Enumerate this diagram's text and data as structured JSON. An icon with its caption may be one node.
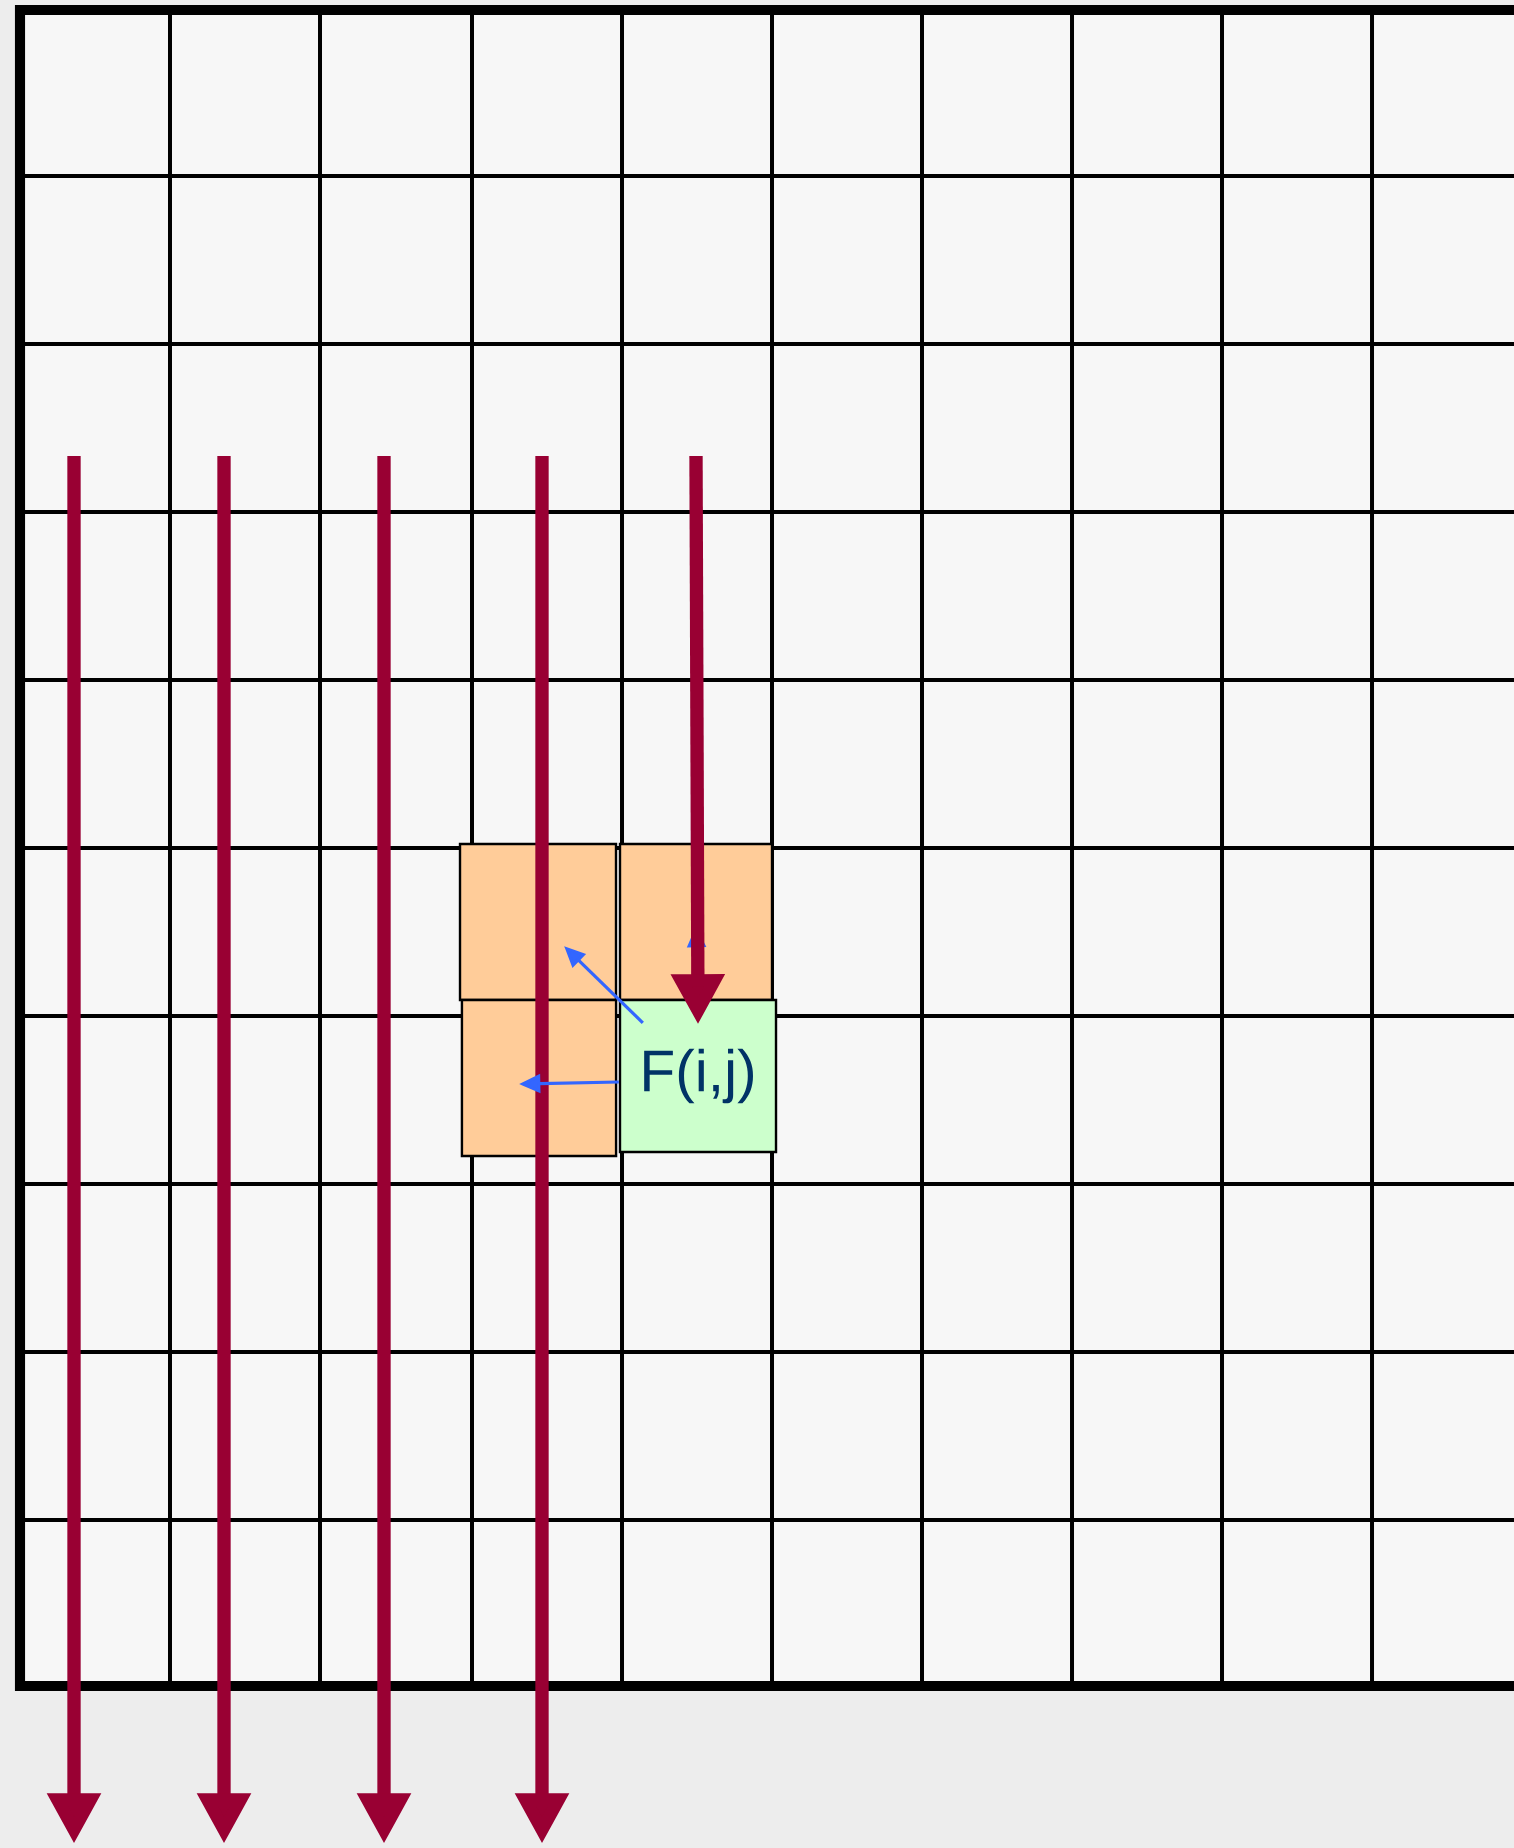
{
  "diagram": {
    "nodes": [
      {
        "text": [],
        "shape": "box"
      },
      {
        "text": [],
        "shape": "box"
      },
      {
        "text": [],
        "shape": "box"
      },
      {
        "text": [
          "F(i,j)"
        ]
      }
    ],
    "edges": [
      {
        "from": 3,
        "to": 0,
        "arrow": "to"
      },
      {
        "from": 3,
        "to": 2,
        "arrow": "to"
      },
      {
        "from": 3,
        "to": 1,
        "arrow": "to"
      },
      {
        "from": null,
        "to": 3,
        "arrow": "to",
        "style": "thick",
        "color": "#990033"
      }
    ]
  }
}
